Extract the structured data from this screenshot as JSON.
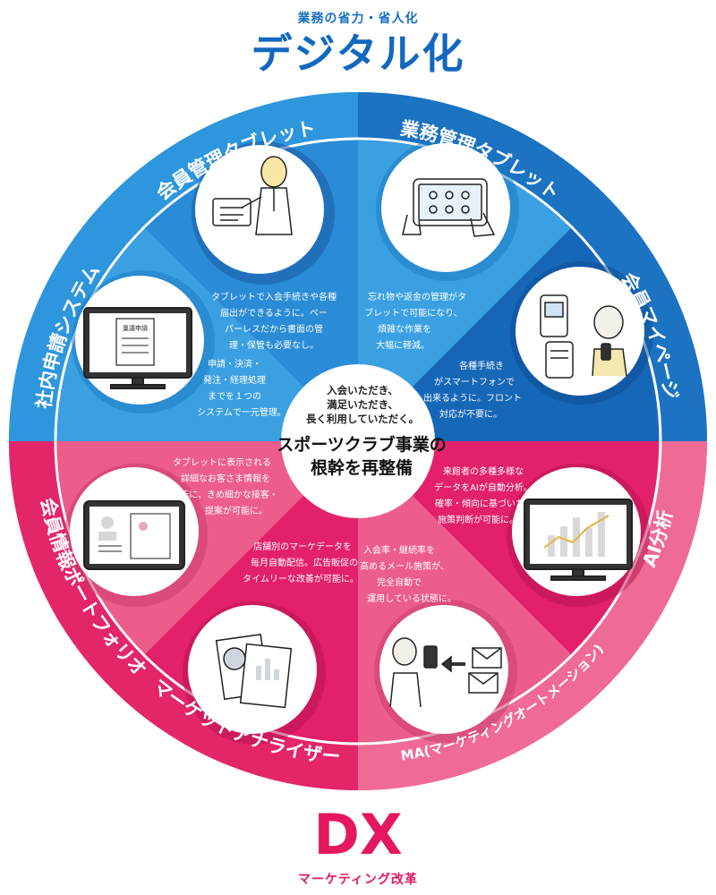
{
  "header": {
    "subtitle": "業務の省力・省人化",
    "title": "デジタル化"
  },
  "footer": {
    "title": "DX",
    "subtitle": "マーケティング改革"
  },
  "center": {
    "lines": [
      "入会いただき、",
      "満足いただき、",
      "長く利用していただく。"
    ],
    "main_line1": "スポーツクラブ事業の",
    "main_line2": "根幹を再整備"
  },
  "ring_labels": {
    "member_tablet": "会員管理タブレット",
    "business_tablet": "業務管理タブレット",
    "member_mypage": "会員マイページ",
    "ai_analysis": "AI分析",
    "ma": "MA(マーケティングオートメーション)",
    "market_analyzer": "マーケットアナライザー",
    "member_portfolio": "会員情報ポートフォリオ",
    "internal_system": "社内申請システム"
  },
  "segments": {
    "member_tablet": [
      "タブレットで入会手続きや各種",
      "届出ができるように。ペー",
      "パーレスだから書面の管",
      "理・保管も必要なし。"
    ],
    "business_tablet": [
      "忘れ物や返金の管理がタ",
      "ブレットで可能になり、",
      "煩雑な作業を",
      "大幅に軽減。"
    ],
    "member_mypage": [
      "各種手続き",
      "がスマートフォンで",
      "出来るように。フロント",
      "対応が不要に。"
    ],
    "ai_analysis": [
      "来館者の多種多様な",
      "データをAIが自動分析。",
      "確率・傾向に基づいた",
      "施策判断が可能に。"
    ],
    "ma": [
      "入会率・継続率を",
      "高めるメール施策が、",
      "完全自動で",
      "運用している状態に。"
    ],
    "market_analyzer": [
      "店舗別のマーケデータを",
      "毎月自動配信。広告販促の",
      "タイムリーな改善が可能に。"
    ],
    "member_portfolio": [
      "タブレットに表示される",
      "詳細なお客さま情報を",
      "元に、きめ細かな接客・",
      "提案が可能に。"
    ],
    "internal_system": [
      "申請・決済・",
      "発注・経理処理",
      "までを１つの",
      "システムで一元管理。"
    ]
  },
  "icons": {
    "monitor_label": "稟議申請"
  },
  "colors": {
    "blue_dark": "#1666b8",
    "blue_mid": "#2a8fd8",
    "blue_light": "#3aa0e0",
    "pink_dark": "#e01d5e",
    "pink_mid": "#e63c73",
    "pink_light": "#ef6d97"
  }
}
